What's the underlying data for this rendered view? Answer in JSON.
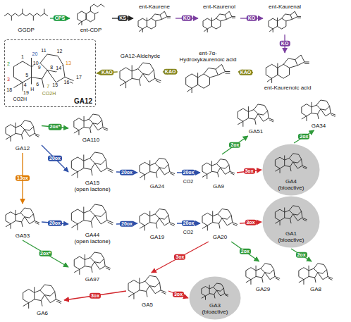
{
  "diagram": {
    "nodes": [
      {
        "text": [
          "GGDP"
        ]
      },
      {
        "text": [
          "ent-CDP"
        ]
      },
      {
        "text": [
          "ent-Kaurene"
        ]
      },
      {
        "text": [
          "ent-Kaurenol"
        ]
      },
      {
        "text": [
          "ent-Kaurenal"
        ]
      },
      {
        "text": [
          "ent-Kaurenoic acid"
        ]
      },
      {
        "text": [
          "ent-7α-Hydroxykaurenoic acid"
        ]
      },
      {
        "text": [
          "GA12-Aldehyde"
        ]
      },
      {
        "text": [
          "GA12"
        ]
      },
      {
        "text": [
          "GA12"
        ]
      },
      {
        "text": [
          "GA110"
        ]
      },
      {
        "text": [
          "GA15",
          "(open lactone)"
        ]
      },
      {
        "text": [
          "GA24"
        ]
      },
      {
        "text": [
          "GA9"
        ]
      },
      {
        "text": [
          "GA51"
        ]
      },
      {
        "text": [
          "GA4",
          "(bioactive)"
        ]
      },
      {
        "text": [
          "GA34"
        ]
      },
      {
        "text": [
          "GA53"
        ]
      },
      {
        "text": [
          "GA97"
        ]
      },
      {
        "text": [
          "GA44",
          "(open lactone)"
        ]
      },
      {
        "text": [
          "GA19"
        ]
      },
      {
        "text": [
          "GA20"
        ]
      },
      {
        "text": [
          "GA29"
        ]
      },
      {
        "text": [
          "GA1",
          "(bioactive)"
        ]
      },
      {
        "text": [
          "GA8"
        ]
      },
      {
        "text": [
          "GA5"
        ]
      },
      {
        "text": [
          "GA6"
        ]
      },
      {
        "text": [
          "GA3",
          "(bioactive)"
        ]
      }
    ],
    "edges": [
      {
        "from": 0,
        "to": 1,
        "arrow": "to",
        "label": "CPS"
      },
      {
        "from": 1,
        "to": 2,
        "arrow": "to",
        "label": "KS"
      },
      {
        "from": 2,
        "to": 3,
        "arrow": "to",
        "label": "KO"
      },
      {
        "from": 3,
        "to": 4,
        "arrow": "to",
        "label": "KO"
      },
      {
        "from": 4,
        "to": 5,
        "arrow": "to",
        "label": "KO"
      },
      {
        "from": 5,
        "to": 6,
        "arrow": "to",
        "label": "KAO"
      },
      {
        "from": 6,
        "to": 7,
        "arrow": "to",
        "label": "KAO"
      },
      {
        "from": 7,
        "to": 8,
        "arrow": "to",
        "label": "KAO"
      },
      {
        "from": 9,
        "to": 10,
        "arrow": "to",
        "label": "2ox*"
      },
      {
        "from": 9,
        "to": 11,
        "arrow": "to",
        "label": "20ox"
      },
      {
        "from": 11,
        "to": 12,
        "arrow": "to",
        "label": "20ox"
      },
      {
        "from": 12,
        "to": 13,
        "arrow": "to",
        "label": "20ox"
      },
      {
        "from": 13,
        "to": 14,
        "arrow": "to",
        "label": "2ox"
      },
      {
        "from": 13,
        "to": 15,
        "arrow": "to",
        "label": "3ox"
      },
      {
        "from": 15,
        "to": 16,
        "arrow": "to",
        "label": "2ox"
      },
      {
        "from": 9,
        "to": 17,
        "arrow": "to",
        "label": "13ox"
      },
      {
        "from": 17,
        "to": 18,
        "arrow": "to",
        "label": "2ox*"
      },
      {
        "from": 17,
        "to": 19,
        "arrow": "to",
        "label": "20ox"
      },
      {
        "from": 19,
        "to": 20,
        "arrow": "to",
        "label": "20ox"
      },
      {
        "from": 20,
        "to": 21,
        "arrow": "to",
        "label": "20ox"
      },
      {
        "from": 21,
        "to": 23,
        "arrow": "to",
        "label": "3ox"
      },
      {
        "from": 21,
        "to": 22,
        "arrow": "to",
        "label": "2ox"
      },
      {
        "from": 23,
        "to": 24,
        "arrow": "to",
        "label": "2ox"
      },
      {
        "from": 21,
        "to": 25,
        "arrow": "to",
        "label": "3ox"
      },
      {
        "from": 25,
        "to": 26,
        "arrow": "to",
        "label": "3ox"
      },
      {
        "from": 25,
        "to": 27,
        "arrow": "to",
        "label": "3ox"
      }
    ],
    "labels": [
      "20",
      "1",
      "2",
      "3",
      "4",
      "5",
      "6",
      "7",
      "8",
      "9",
      "10",
      "11",
      "12",
      "13",
      "14",
      "15",
      "16",
      "17",
      "18",
      "19",
      "H",
      "CO2H",
      "CO2H",
      "CO2",
      "CO2"
    ]
  }
}
